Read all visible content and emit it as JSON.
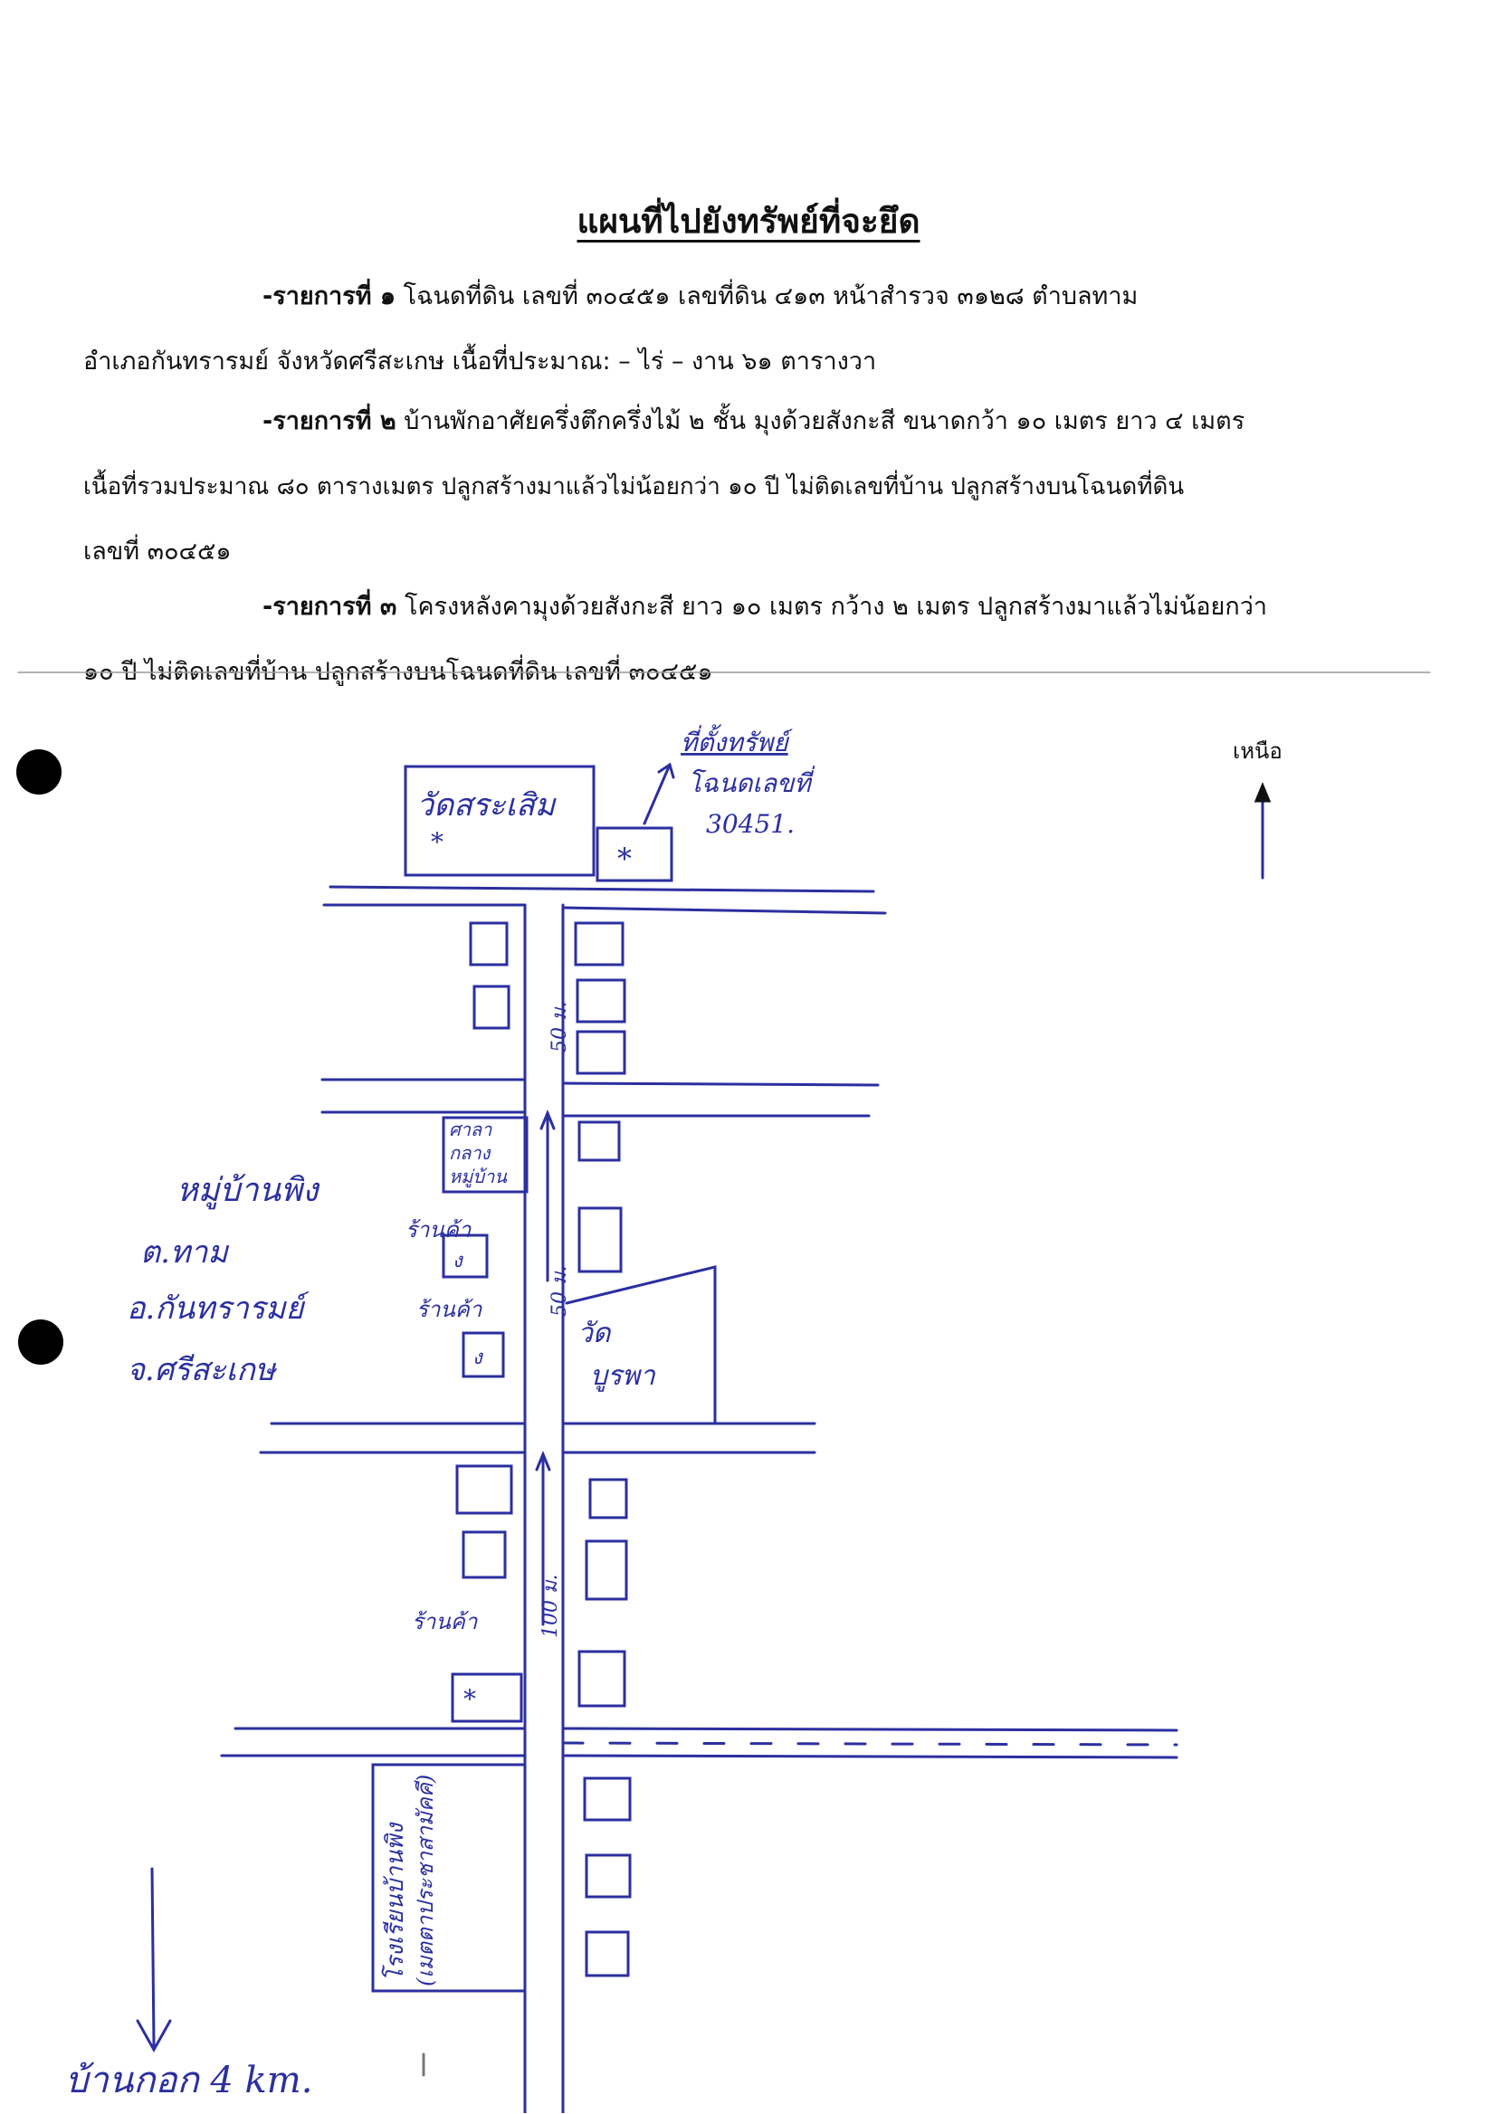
{
  "document": {
    "title": "แผนที่ไปยังทรัพย์ที่จะยึด",
    "items": [
      {
        "label": "-รายการที่ ๑",
        "lines": [
          "โฉนดที่ดิน เลขที่ ๓๐๔๕๑ เลขที่ดิน ๔๑๓ หน้าสำรวจ ๓๑๒๘ ตำบลทาม",
          "อำเภอกันทรารมย์   จังหวัดศรีสะเกษ   เนื้อที่ประมาณ: – ไร่ – งาน ๖๑ ตารางวา"
        ]
      },
      {
        "label": "-รายการที่ ๒",
        "lines": [
          "บ้านพักอาศัยครึ่งตึกครึ่งไม้ ๒ ชั้น มุงด้วยสังกะสี ขนาดกว้า ๑๐ เมตร ยาว ๔ เมตร",
          "เนื้อที่รวมประมาณ ๘๐ ตารางเมตร ปลูกสร้างมาแล้วไม่น้อยกว่า ๑๐ ปี ไม่ติดเลขที่บ้าน ปลูกสร้างบนโฉนดที่ดิน",
          "เลขที่ ๓๐๔๕๑"
        ]
      },
      {
        "label": "-รายการที่ ๓",
        "lines": [
          "โครงหลังคามุงด้วยสังกะสี ยาว ๑๐ เมตร กว้าง ๒ เมตร ปลูกสร้างมาแล้วไม่น้อยกว่า",
          "๑๐ ปี ไม่ติดเลขที่บ้าน ปลูกสร้างบนโฉนดที่ดิน เลขที่ ๓๐๔๕๑"
        ]
      }
    ]
  },
  "map": {
    "north_label": "เหนือ",
    "target_label": "ที่ตั้งทรัพย์",
    "target_deed": "โฉนดเลขที่",
    "target_number": "30451.",
    "temple_top": "วัดสระเสิม",
    "hall_lines": [
      "ศาลา",
      "กลาง",
      "หมู่บ้าน"
    ],
    "shop_1": "ร้านค้า",
    "shop_2": "ร้านค้า",
    "shop_3": "ร้านค้า",
    "temple_mid_1": "วัด",
    "temple_mid_2": "บูรพา",
    "village_lines": [
      "หมู่บ้านพิง",
      "ต.ทาม",
      "อ.กันทรารมย์",
      "จ.ศรีสะเกษ"
    ],
    "school_1": "โรงเรียนบ้านพิง",
    "school_2": "(เมตตาประชาสามัคคี)",
    "dist_1": "50 ม.",
    "dist_2": "50 ม.",
    "dist_3": "100 ม.",
    "bottom_label": "บ้านกอก 4 km."
  },
  "colors": {
    "ink": "#2b2fa0",
    "text": "#111111"
  }
}
